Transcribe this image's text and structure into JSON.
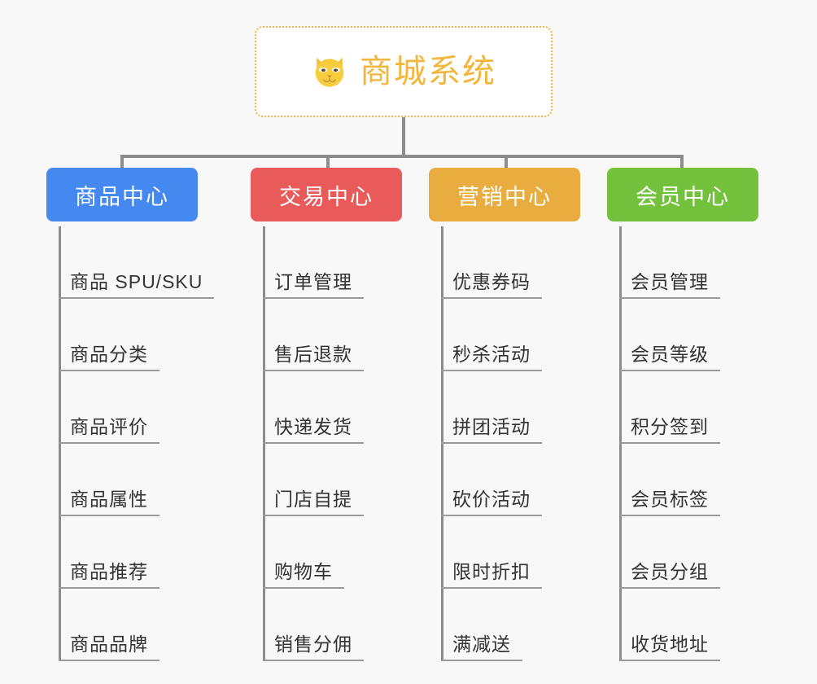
{
  "background_color": "#f8f8f8",
  "root": {
    "title": "商城系统",
    "icon": "shiba-dog-face-icon",
    "border_color": "#f2b544",
    "text_color": "#f2b63c"
  },
  "line_color": "#8c8c8c",
  "branches": [
    {
      "title": "商品中心",
      "color": "#4589f0",
      "items": [
        "商品 SPU/SKU",
        "商品分类",
        "商品评价",
        "商品属性",
        "商品推荐",
        "商品品牌"
      ]
    },
    {
      "title": "交易中心",
      "color": "#e95b5b",
      "items": [
        "订单管理",
        "售后退款",
        "快递发货",
        "门店自提",
        "购物车",
        "销售分佣"
      ]
    },
    {
      "title": "营销中心",
      "color": "#e9ac3f",
      "items": [
        "优惠券码",
        "秒杀活动",
        "拼团活动",
        "砍价活动",
        "限时折扣",
        "满减送"
      ]
    },
    {
      "title": "会员中心",
      "color": "#73c13d",
      "items": [
        "会员管理",
        "会员等级",
        "积分签到",
        "会员标签",
        "会员分组",
        "收货地址"
      ]
    }
  ]
}
